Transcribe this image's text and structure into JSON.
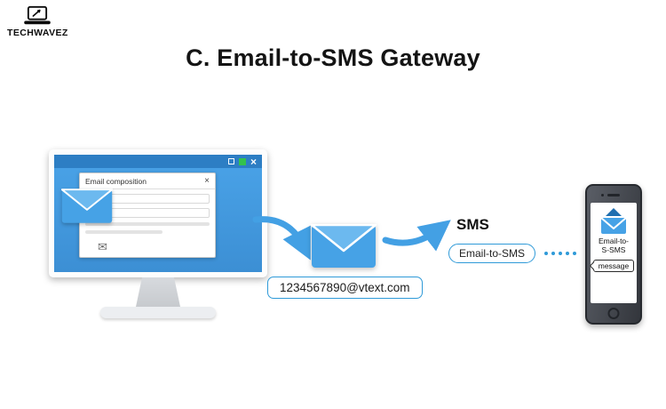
{
  "brand": {
    "name": "TECHWAVEZ"
  },
  "title": "C. Email-to-SMS Gateway",
  "monitor": {
    "window_title": "Email composition",
    "window_close": "×",
    "screen_close": "×"
  },
  "address": {
    "text": "1234567890@vtext.com"
  },
  "sms": {
    "heading": "SMS",
    "pill_label": "Email-to-SMS"
  },
  "phone": {
    "app_line1": "Email-to-",
    "app_line2": "S-SMS",
    "message_label": "message"
  },
  "colors": {
    "accent_blue": "#43a0e4",
    "screen_blue": "#4aa3e8",
    "topbar_blue": "#2d7ec4",
    "control_green": "#33c24d",
    "outline_blue": "#2f9ad8"
  }
}
